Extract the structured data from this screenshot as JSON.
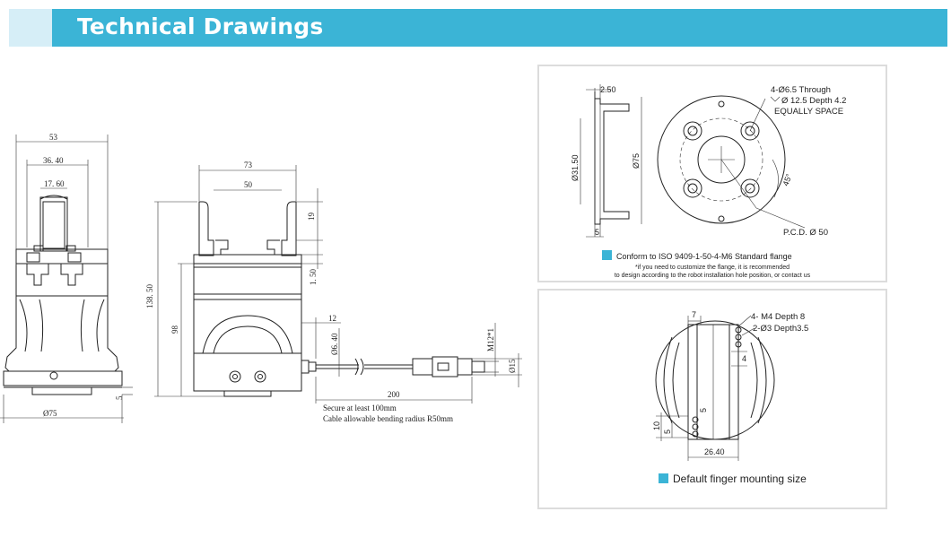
{
  "header": {
    "title": "Technical Drawings"
  },
  "front_view": {
    "dim_53": "53",
    "dim_36_40": "36. 40",
    "dim_17_60": "17. 60",
    "dim_5": "5",
    "dim_75": "Ø75"
  },
  "side_view": {
    "dim_73": "73",
    "dim_50": "50",
    "dim_19": "19",
    "dim_1_50": "1. 50",
    "dim_138_50": "138. 50",
    "dim_98": "98",
    "dim_12": "12",
    "dim_6_40": "Ø6. 40",
    "dim_m12": "M12*1",
    "dim_15": "Ø15",
    "dim_200": "200",
    "note_line1": "Secure at least 100mm",
    "note_line2": "Cable allowable bending radius R50mm"
  },
  "flange_panel": {
    "dim_2_50": "2.50",
    "dim_31_50": "Ø31.50",
    "dim_75": "Ø75",
    "dim_5": "5",
    "hole_spec_1": "4-Ø6.5 Through",
    "hole_spec_2": "Ø 12.5 Depth 4.2",
    "hole_spec_3": "EQUALLY SPACE",
    "angle": "45°",
    "pcd": "P.C.D. Ø 50",
    "caption": "Conform to ISO 9409-1-50-4-M6 Standard flange",
    "footnote_1": "*if you need to customize the flange, it is recommended",
    "footnote_2": "to design according to the robot installation hole position, or contact us"
  },
  "finger_panel": {
    "dim_7": "7",
    "spec_1": "4- M4 Depth 8",
    "spec_2": "2-Ø3 Depth3.5",
    "dim_4": "4",
    "dim_5a": "5",
    "dim_10": "10",
    "dim_5b": "5",
    "dim_26_40": "26.40",
    "caption": "Default finger mounting size"
  },
  "colors": {
    "accent": "#3bb4d6",
    "header_light": "#d6eef7",
    "panel_border": "#dcdcdc"
  }
}
